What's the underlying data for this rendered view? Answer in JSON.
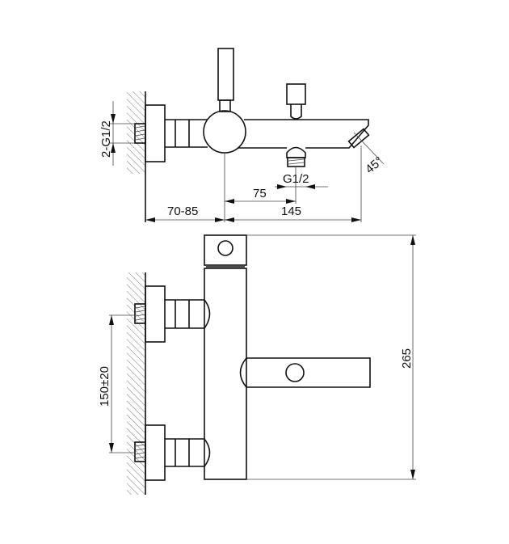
{
  "top_view": {
    "dim_wall_to_body": "70-85",
    "dim_body_to_spout": "145",
    "dim_body_to_outlet": "75",
    "outlet_thread": "G1/2",
    "inlet_thread": "2-G1/2",
    "spout_angle": "45°"
  },
  "front_view": {
    "dim_inlet_spacing": "150±20",
    "dim_height": "265"
  }
}
